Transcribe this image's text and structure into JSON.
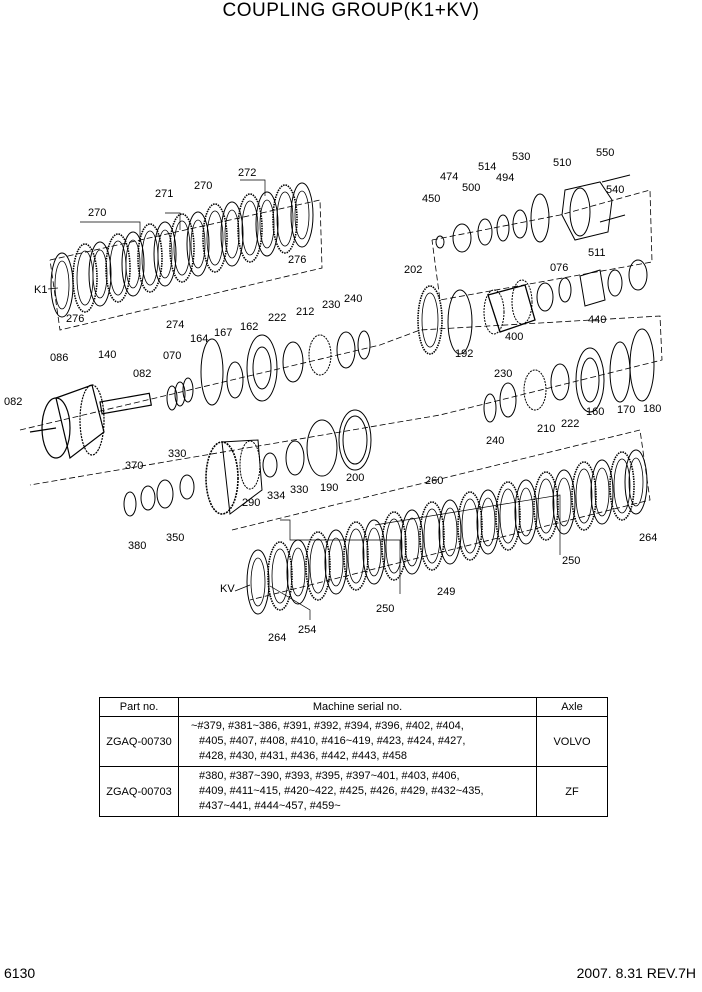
{
  "title": "COUPLING GROUP(K1+KV)",
  "diagram": {
    "labels": [
      {
        "id": "k1",
        "text": "K1"
      },
      {
        "id": "kv",
        "text": "KV"
      },
      {
        "id": "p270a",
        "text": "270"
      },
      {
        "id": "p271",
        "text": "271"
      },
      {
        "id": "p270b",
        "text": "270"
      },
      {
        "id": "p272",
        "text": "272"
      },
      {
        "id": "p276a",
        "text": "276"
      },
      {
        "id": "p276b",
        "text": "276"
      },
      {
        "id": "p274",
        "text": "274"
      },
      {
        "id": "p450",
        "text": "450"
      },
      {
        "id": "p474",
        "text": "474"
      },
      {
        "id": "p500",
        "text": "500"
      },
      {
        "id": "p514",
        "text": "514"
      },
      {
        "id": "p494",
        "text": "494"
      },
      {
        "id": "p530",
        "text": "530"
      },
      {
        "id": "p510",
        "text": "510"
      },
      {
        "id": "p550",
        "text": "550"
      },
      {
        "id": "p540",
        "text": "540"
      },
      {
        "id": "p511",
        "text": "511"
      },
      {
        "id": "p202",
        "text": "202"
      },
      {
        "id": "p076",
        "text": "076"
      },
      {
        "id": "p440",
        "text": "440"
      },
      {
        "id": "p192",
        "text": "192"
      },
      {
        "id": "p400",
        "text": "400"
      },
      {
        "id": "p240a",
        "text": "240"
      },
      {
        "id": "p230a",
        "text": "230"
      },
      {
        "id": "p212",
        "text": "212"
      },
      {
        "id": "p222a",
        "text": "222"
      },
      {
        "id": "p162",
        "text": "162"
      },
      {
        "id": "p167",
        "text": "167"
      },
      {
        "id": "p164",
        "text": "164"
      },
      {
        "id": "p070",
        "text": "070"
      },
      {
        "id": "p086",
        "text": "086"
      },
      {
        "id": "p140",
        "text": "140"
      },
      {
        "id": "p082a",
        "text": "082"
      },
      {
        "id": "p082b",
        "text": "082"
      },
      {
        "id": "p230b",
        "text": "230"
      },
      {
        "id": "p240b",
        "text": "240"
      },
      {
        "id": "p210",
        "text": "210"
      },
      {
        "id": "p222b",
        "text": "222"
      },
      {
        "id": "p160",
        "text": "160"
      },
      {
        "id": "p170",
        "text": "170"
      },
      {
        "id": "p180",
        "text": "180"
      },
      {
        "id": "p330a",
        "text": "330"
      },
      {
        "id": "p370",
        "text": "370"
      },
      {
        "id": "p380",
        "text": "380"
      },
      {
        "id": "p350",
        "text": "350"
      },
      {
        "id": "p290",
        "text": "290"
      },
      {
        "id": "p334",
        "text": "334"
      },
      {
        "id": "p330b",
        "text": "330"
      },
      {
        "id": "p190",
        "text": "190"
      },
      {
        "id": "p200",
        "text": "200"
      },
      {
        "id": "p260",
        "text": "260"
      },
      {
        "id": "p264a",
        "text": "264"
      },
      {
        "id": "p250a",
        "text": "250"
      },
      {
        "id": "p249",
        "text": "249"
      },
      {
        "id": "p250b",
        "text": "250"
      },
      {
        "id": "p254",
        "text": "254"
      },
      {
        "id": "p264b",
        "text": "264"
      }
    ]
  },
  "table": {
    "headers": {
      "part": "Part no.",
      "serial": "Machine serial no.",
      "axle": "Axle"
    },
    "rows": [
      {
        "part": "ZGAQ-00730",
        "serial_lines": [
          "~#379, #381~386, #391, #392, #394, #396, #402, #404,",
          "#405, #407, #408, #410, #416~419, #423, #424, #427,",
          "#428, #430, #431, #436, #442, #443, #458"
        ],
        "axle": "VOLVO"
      },
      {
        "part": "ZGAQ-00703",
        "serial_lines": [
          "#380, #387~390, #393, #395, #397~401, #403, #406,",
          "#409, #411~415, #420~422, #425, #426, #429, #432~435,",
          "#437~441, #444~457, #459~"
        ],
        "axle": "ZF"
      }
    ]
  },
  "footer": {
    "page": "6130",
    "date_rev": "2007. 8.31  REV.7H"
  }
}
